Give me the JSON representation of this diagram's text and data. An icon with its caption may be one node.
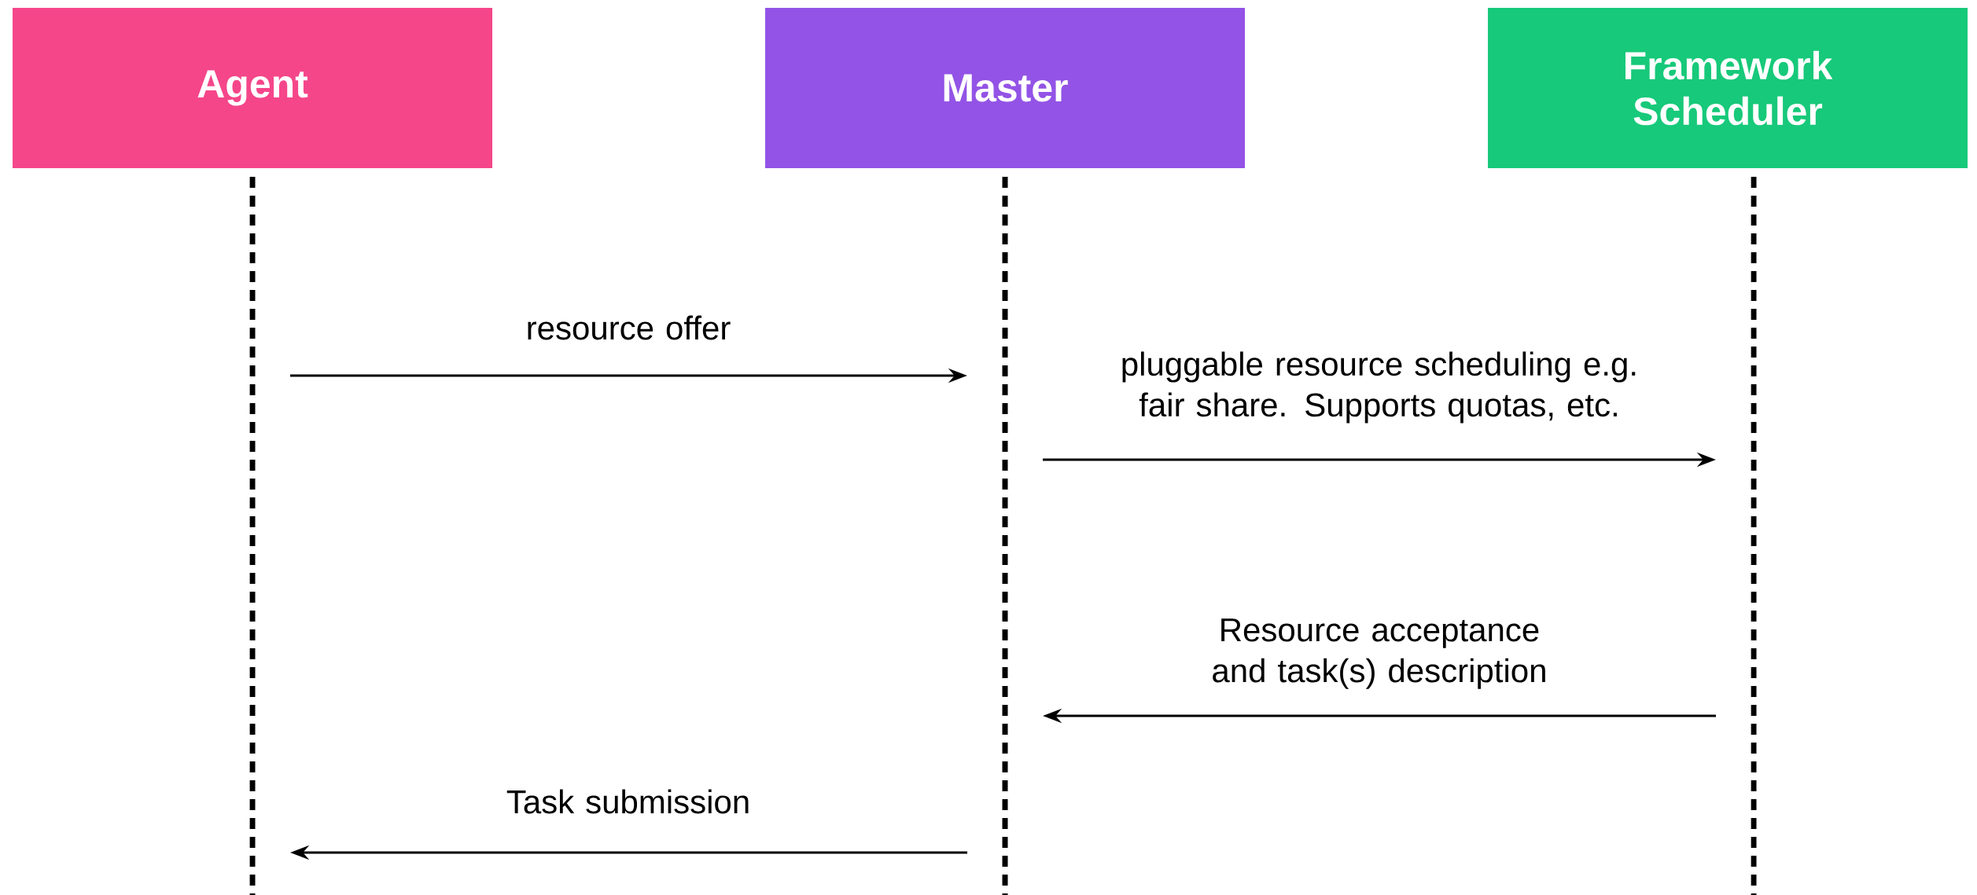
{
  "diagram": {
    "nodes": [
      {
        "text": [
          "Agent"
        ]
      },
      {
        "text": [
          "Master"
        ]
      },
      {
        "text": [
          "Framework Scheduler"
        ]
      }
    ],
    "edges": [
      {
        "from": 0,
        "to": 1,
        "arrow": "to",
        "label": "resource offer"
      },
      {
        "from": 1,
        "to": 2,
        "arrow": "to",
        "label": "pluggable resource scheduling e.g. fair share. Supports quotas, etc."
      },
      {
        "from": 2,
        "to": 1,
        "arrow": "to",
        "label": "Resource acceptance and task(s) description"
      },
      {
        "from": 1,
        "to": 0,
        "arrow": "to",
        "label": "Task submission"
      }
    ]
  }
}
